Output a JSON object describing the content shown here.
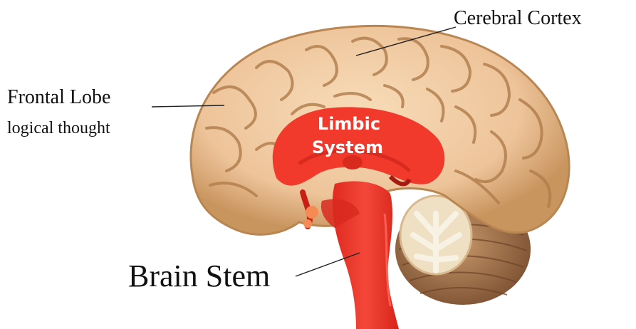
{
  "labels": {
    "cerebral_cortex": "Cerebral Cortex",
    "frontal_lobe": "Frontal Lobe",
    "frontal_lobe_sub": "logical thought",
    "limbic_line1": "Limbic",
    "limbic_line2": "System",
    "brain_stem": "Brain Stem"
  },
  "colors": {
    "cortex": "#f1cfa6",
    "cortex_shadow": "#c9955f",
    "cortex_groove": "#b07c4b",
    "limbic": "#f13a2c",
    "brainstem": "#ef3b2d",
    "cerebellum": "#a8764d",
    "cerebellum_light": "#f2e6cf",
    "background": "#ffffff"
  },
  "icons": [
    "brain-illustration"
  ]
}
